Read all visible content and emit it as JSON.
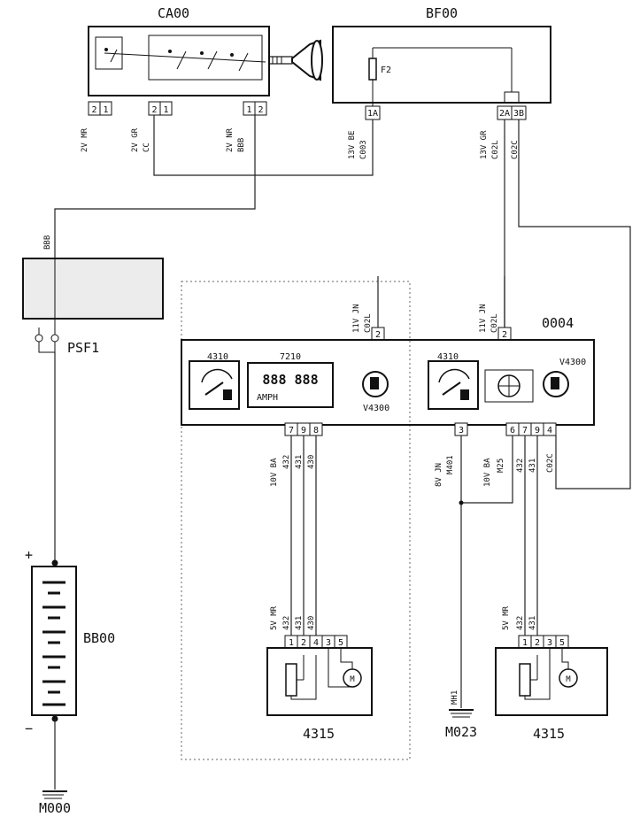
{
  "components": {
    "ca00": {
      "title": "CA00",
      "pins": [
        "2",
        "1",
        "2",
        "1",
        "1",
        "2"
      ]
    },
    "bf00": {
      "title": "BF00",
      "fuse": "F2",
      "pins": [
        "1A",
        "2A",
        "3B"
      ]
    },
    "psf1": {
      "title": "PSF1",
      "wire": "BBB"
    },
    "bb00": {
      "title": "BB00",
      "plus": "+",
      "minus": "−"
    },
    "m000": {
      "title": "M000"
    },
    "m023": {
      "title": "M023",
      "ground_label": "MH1"
    },
    "cluster": {
      "title": "0004",
      "gauge_left": "4310",
      "display": "7210",
      "display_digits": "888 888",
      "display_sub": "AMPH",
      "gauge_right": "4310",
      "lamp_left": "V4300",
      "lamp_right": "V4300",
      "pins_top_left": "2",
      "pins_top_right": "2",
      "pins_bottom_left": [
        "7",
        "9",
        "8"
      ],
      "pins_bottom_mid": "3",
      "pins_bottom_right": [
        "6",
        "7",
        "9",
        "4"
      ]
    },
    "sender_left": {
      "title": "4315",
      "pins": [
        "1",
        "2",
        "4",
        "3",
        "5"
      ]
    },
    "sender_right": {
      "title": "4315",
      "pins": [
        "1",
        "2",
        "3",
        "5"
      ]
    }
  },
  "wires": {
    "w_2vmr": "2V MR",
    "w_2vgr": "2V GR",
    "w_cc": "CC",
    "w_2vnr": "2V NR",
    "w_bbb": "BBB",
    "w_13vbe": "13V BE",
    "w_c003": "C003",
    "w_13vgr": "13V GR",
    "w_c02l_a": "C02L",
    "w_c02c_a": "C02C",
    "w_11vjn_l": "11V JN",
    "w_c02l_l": "C02L",
    "w_11vjn_r": "11V JN",
    "w_c02l_r": "C02L",
    "w_10vba_l": "10V BA",
    "w_432_l": "432",
    "w_431_l": "431",
    "w_430_l": "430",
    "w_8vjn": "8V JN",
    "w_m401": "M401",
    "w_10vba_r": "10V BA",
    "w_m25": "M25",
    "w_432_r": "432",
    "w_431_r": "431",
    "w_c02c_r": "C02C",
    "w_5vmr_l": "5V MR",
    "w_432_lb": "432",
    "w_431_lb": "431",
    "w_430_lb": "430",
    "w_5vmr_r": "5V MR",
    "w_432_rb": "432",
    "w_431_rb": "431"
  }
}
